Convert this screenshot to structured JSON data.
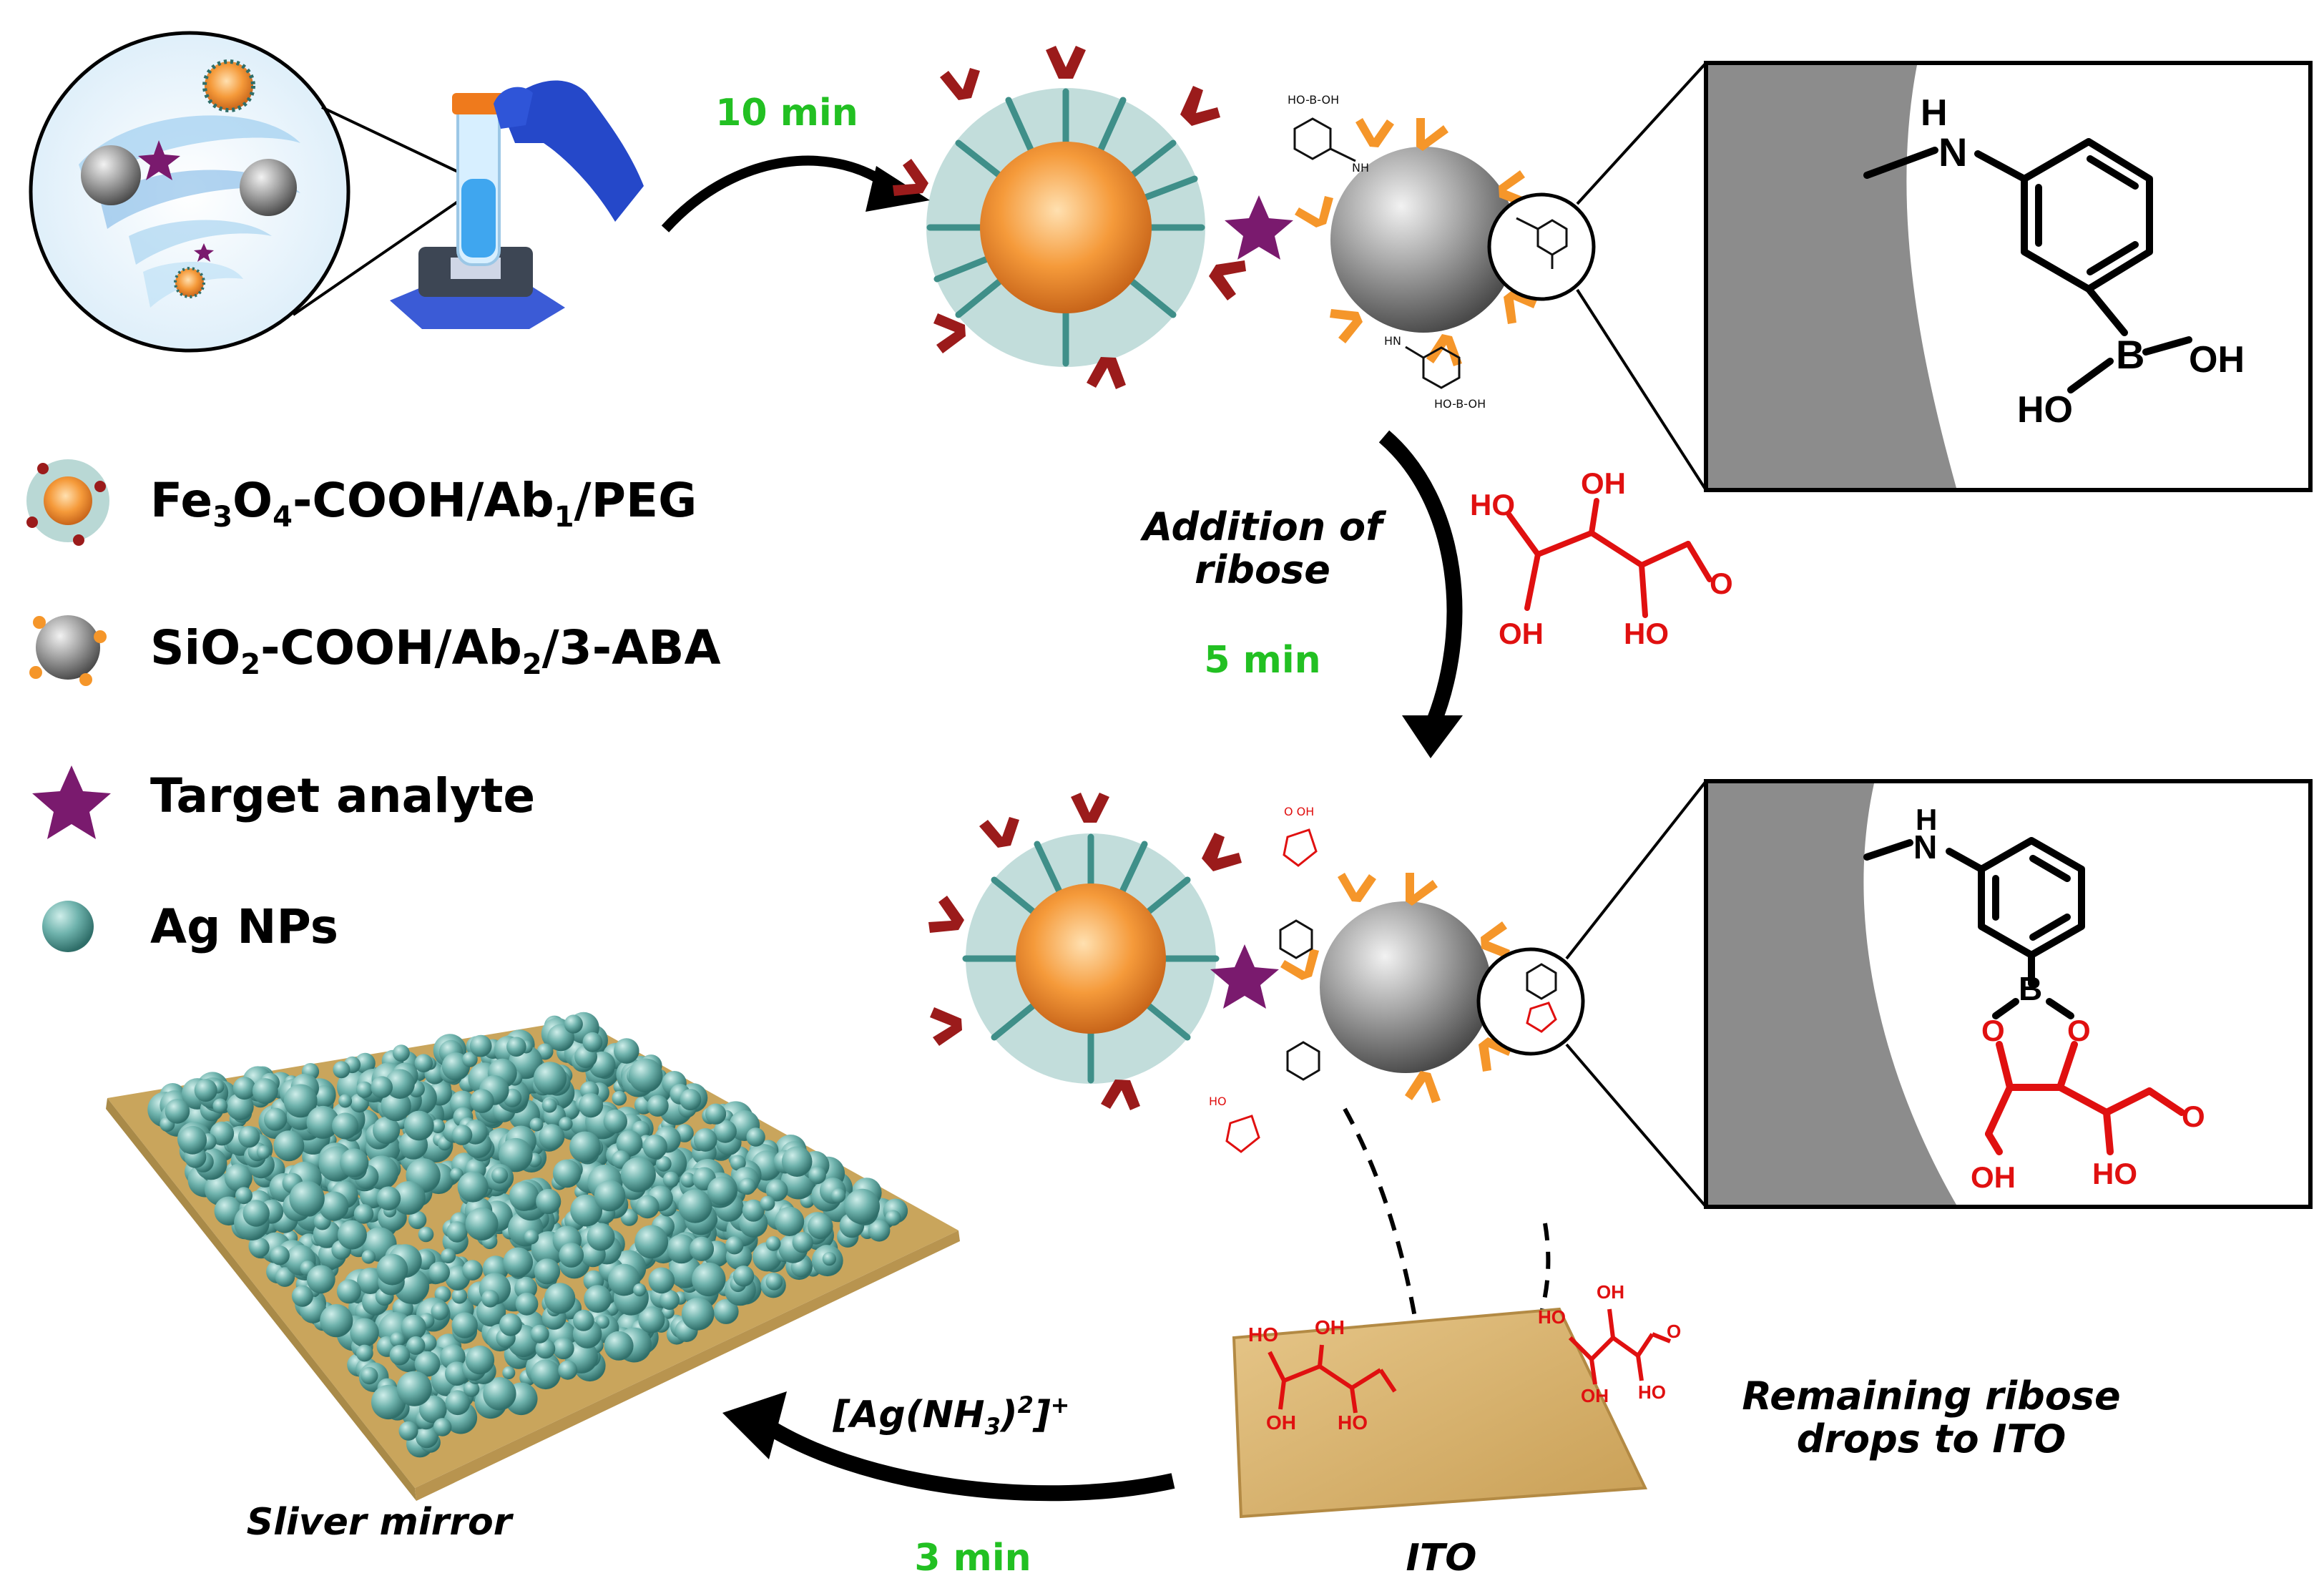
{
  "steps": {
    "step1_time": "10 min",
    "step2_label_line1": "Addition of",
    "step2_label_line2": "ribose",
    "step2_time": "5 min",
    "step3_time": "3 min",
    "step3_reagent": "[Ag(NH3)2]+"
  },
  "legend": {
    "items": [
      {
        "formula": "Fe3O4-COOH/Ab1/PEG"
      },
      {
        "formula": "SiO2-COOH/Ab2/3-ABA"
      },
      {
        "label": "Target analyte"
      },
      {
        "label": "Ag NPs"
      }
    ]
  },
  "captions": {
    "silver_mirror": "Sliver mirror",
    "ito": "ITO",
    "remaining_line1": "Remaining ribose",
    "remaining_line2": "drops to ITO"
  },
  "chem_labels": {
    "nh": "N",
    "h": "H",
    "boron": "B",
    "oh": "OH",
    "ho": "HO",
    "o": "O"
  },
  "colors": {
    "time_green": "#22c022",
    "ribose_red": "#e01010",
    "analyte_purple": "#7a1a6e",
    "particle_teal": "#5fa5a0",
    "antibody_orange": "#f5962a",
    "antibody_red": "#9b1b1b",
    "sphere_gray": "#8a8a8a",
    "ito_tan": "#d9b46e",
    "zoom_gray": "#8c8c8c"
  }
}
